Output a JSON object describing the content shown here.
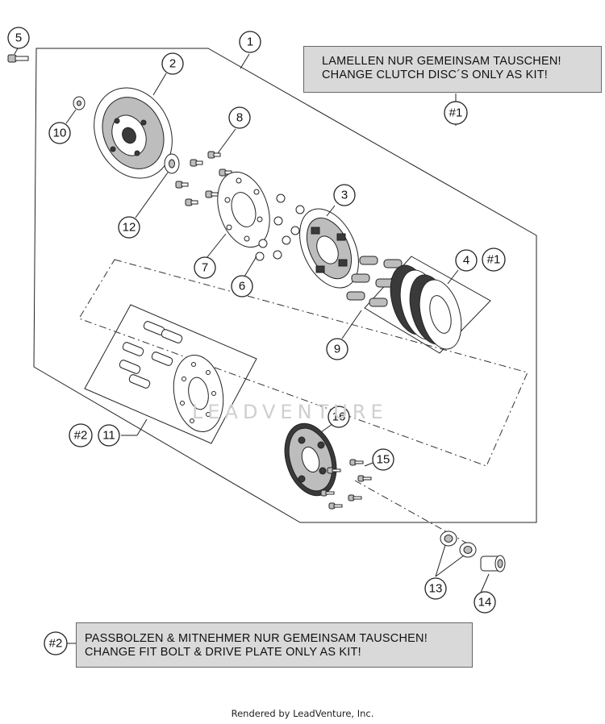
{
  "notes": {
    "kit1_de": "LAMELLEN NUR GEMEINSAM TAUSCHEN!",
    "kit1_en": "CHANGE CLUTCH DISC´S ONLY AS KIT!",
    "kit2_de": "PASSBOLZEN & MITNEHMER NUR GEMEINSAM TAUSCHEN!",
    "kit2_en": "CHANGE FIT BOLT & DRIVE PLATE ONLY AS KIT!"
  },
  "callouts": {
    "c1": "1",
    "c2": "2",
    "c3": "3",
    "c4": "4",
    "c5": "5",
    "c6": "6",
    "c7": "7",
    "c8": "8",
    "c9": "9",
    "c10": "10",
    "c11": "11",
    "c12": "12",
    "c13": "13",
    "c14": "14",
    "c15": "15",
    "c16": "16",
    "kit1_ref_note": "#1",
    "kit1_ref_part4": "#1",
    "kit2_ref_note": "#2",
    "kit2_ref_part11": "#2"
  },
  "watermark": "LEADVENTURE",
  "footer": "Rendered by LeadVenture, Inc."
}
